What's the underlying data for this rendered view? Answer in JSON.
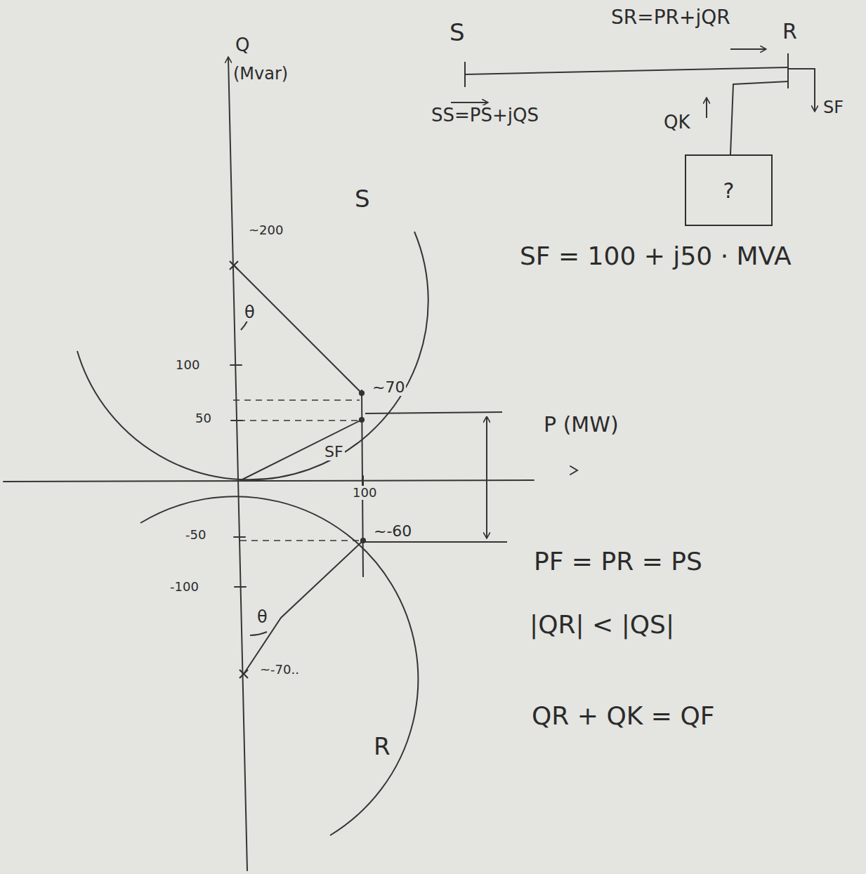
{
  "diagram": {
    "nodes": [
      {
        "text": [
          "?"
        ]
      }
    ],
    "labels": [
      "S",
      "SR=PR+jQR",
      "R",
      "SS=PS+jQS",
      "QK",
      "SF",
      "SF = 100 + j50 · MVA",
      "Q",
      "(Mvar)",
      "~200",
      "θ",
      "100",
      "50",
      "~70",
      "S",
      "SF",
      "P (MW)",
      "100",
      "-50",
      "~-60",
      "-100",
      "θ",
      "~-70..",
      "R",
      "PF = PR = PS",
      "|QR| < |QS|",
      "QR + QK = QF"
    ]
  }
}
